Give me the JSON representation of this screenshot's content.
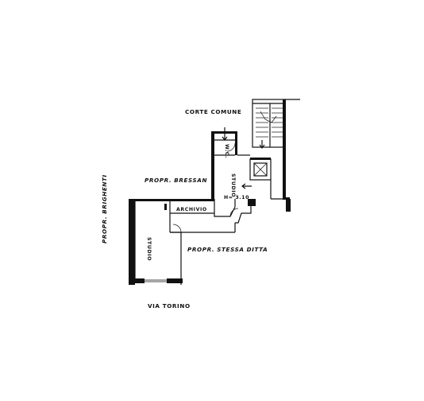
{
  "labels": {
    "corte_comune": "CORTE COMUNE",
    "propr_bressan": "PROPR. BRESSAN",
    "propr_brighenti": "PROPR. BRIGHENTI",
    "propr_stessa_ditta": "PROPR. STESSA DITTA",
    "via_torino": "VIA TORINO",
    "studio_upper": "STUDIO",
    "height": "H= 3.10",
    "wc": "W.C.",
    "archivio": "ARCHIVIO",
    "studio_lower": "STUDIO"
  }
}
